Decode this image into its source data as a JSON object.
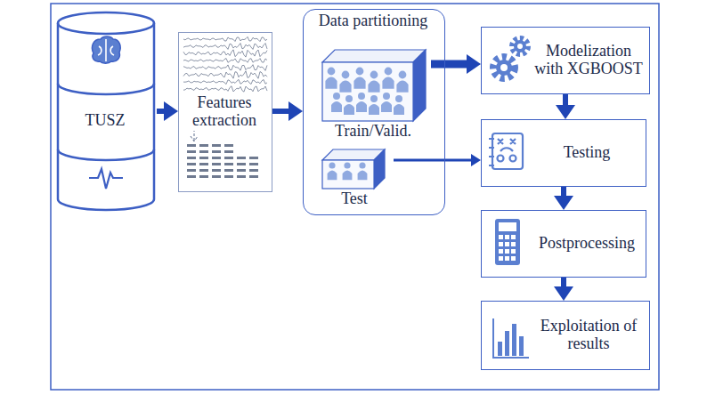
{
  "diagram": {
    "nodes": [
      {
        "text": [
          "TUSZ"
        ]
      },
      {
        "text": [
          "Features extraction"
        ]
      },
      {
        "text": [
          "Data partitioning"
        ]
      },
      {
        "text": [
          "Train/Valid."
        ],
        "in": 2
      },
      {
        "text": [
          "Test"
        ],
        "in": 2
      },
      {
        "text": [
          "Modelization with XGBOOST"
        ]
      },
      {
        "text": [
          "Testing"
        ]
      },
      {
        "text": [
          "Postprocessing"
        ]
      },
      {
        "text": [
          "Exploitation of results"
        ]
      }
    ],
    "edges": [
      {
        "from": 0,
        "to": 1,
        "arrow": "to"
      },
      {
        "from": 1,
        "to": 2,
        "arrow": "to"
      },
      {
        "from": 3,
        "to": 5,
        "arrow": "to"
      },
      {
        "from": 4,
        "to": 6,
        "arrow": "to"
      },
      {
        "from": 5,
        "to": 6,
        "arrow": "to"
      },
      {
        "from": 6,
        "to": 7,
        "arrow": "to"
      },
      {
        "from": 7,
        "to": 8,
        "arrow": "to"
      }
    ]
  }
}
